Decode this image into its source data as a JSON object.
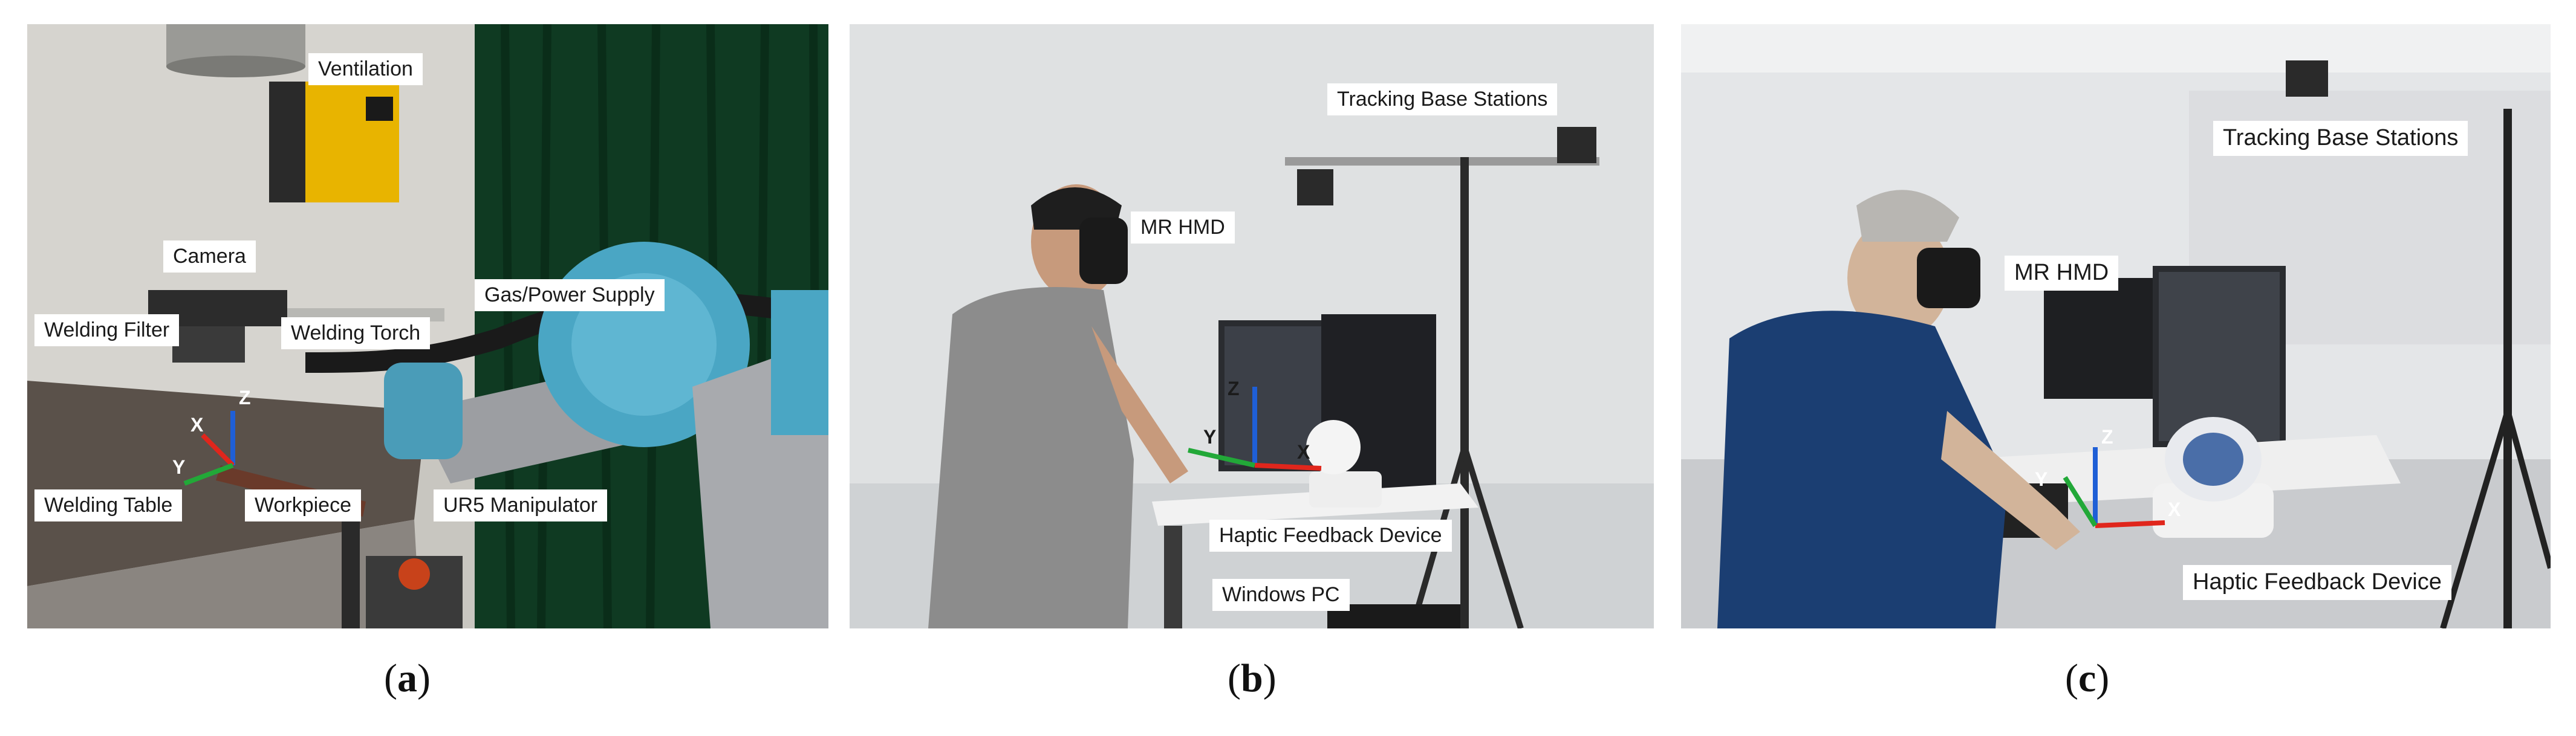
{
  "panels": [
    {
      "id": "a",
      "caption_letter": "a",
      "labels": {
        "ventilation": "Ventilation",
        "camera": "Camera",
        "welding_filter": "Welding Filter",
        "welding_torch": "Welding Torch",
        "gas_power_supply": "Gas/Power Supply",
        "welding_table": "Welding Table",
        "workpiece": "Workpiece",
        "ur5_manipulator": "UR5 Manipulator"
      },
      "axes": {
        "x": "X",
        "y": "Y",
        "z": "Z"
      }
    },
    {
      "id": "b",
      "caption_letter": "b",
      "labels": {
        "tracking_base_stations": "Tracking Base Stations",
        "mr_hmd": "MR HMD",
        "haptic_feedback_device": "Haptic Feedback Device",
        "windows_pc": "Windows PC"
      },
      "axes": {
        "x": "X",
        "y": "Y",
        "z": "Z"
      }
    },
    {
      "id": "c",
      "caption_letter": "c",
      "labels": {
        "tracking_base_stations": "Tracking Base Stations",
        "mr_hmd": "MR HMD",
        "haptic_feedback_device": "Haptic Feedback Device"
      },
      "axes": {
        "x": "X",
        "y": "Y",
        "z": "Z"
      }
    }
  ],
  "colors": {
    "axis_x": "#e0261c",
    "axis_y": "#22a838",
    "axis_z": "#1f5fd6"
  }
}
